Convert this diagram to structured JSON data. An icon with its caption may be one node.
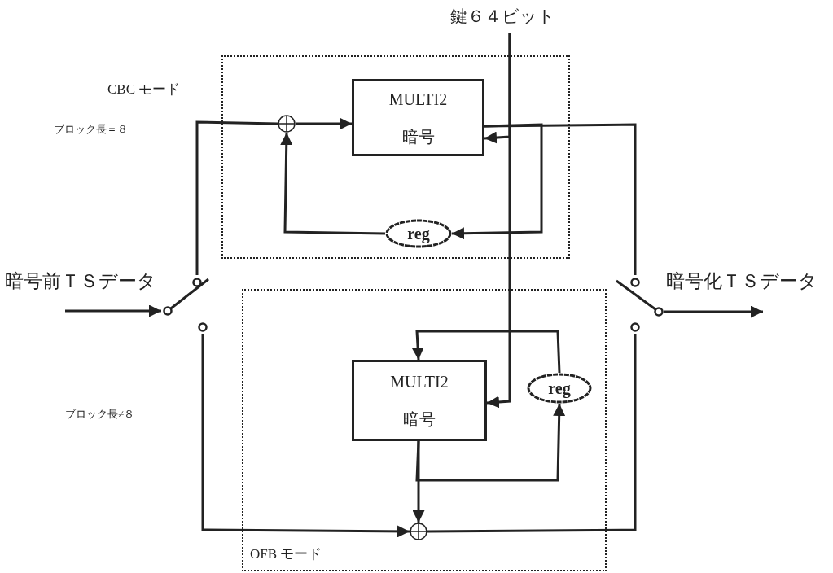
{
  "diagram": {
    "nodes": [
      {
        "text": [
          "CBC モード"
        ]
      },
      {
        "text": [
          "MULTI2 暗号"
        ],
        "in": 0
      },
      {
        "text": [],
        "shape": "circle",
        "in": 0
      },
      {
        "text": [
          "reg"
        ],
        "in": 0
      },
      {
        "text": [
          "OFB モード"
        ]
      },
      {
        "text": [
          "MULTI2 暗号"
        ],
        "in": 4
      },
      {
        "text": [
          "reg"
        ],
        "in": 4
      },
      {
        "text": [],
        "shape": "circle",
        "in": 4
      },
      {
        "text": [],
        "shape": "switch"
      },
      {
        "text": [],
        "shape": "switch"
      }
    ],
    "edges": [
      {
        "from": null,
        "to": 8,
        "arrow": "to"
      },
      {
        "from": 8,
        "to": 2,
        "arrow": "none"
      },
      {
        "from": 2,
        "to": 1,
        "arrow": "to"
      },
      {
        "from": 1,
        "to": 3,
        "arrow": "to"
      },
      {
        "from": 3,
        "to": 2,
        "arrow": "to"
      },
      {
        "from": 1,
        "to": 9,
        "arrow": "none"
      },
      {
        "from": null,
        "to": 1,
        "arrow": "to"
      },
      {
        "from": null,
        "to": 5,
        "arrow": "to"
      },
      {
        "from": 8,
        "to": 7,
        "arrow": "to"
      },
      {
        "from": 5,
        "to": 7,
        "arrow": "to"
      },
      {
        "from": 5,
        "to": 6,
        "arrow": "to"
      },
      {
        "from": 6,
        "to": 5,
        "arrow": "to"
      },
      {
        "from": 7,
        "to": 9,
        "arrow": "none"
      },
      {
        "from": 9,
        "to": null,
        "arrow": "to"
      }
    ],
    "labels": [
      "鍵６４ビット",
      "ブロック長＝８",
      "暗号前ＴＳデータ",
      "暗号化ＴＳデータ",
      "ブロック長≠８"
    ]
  }
}
